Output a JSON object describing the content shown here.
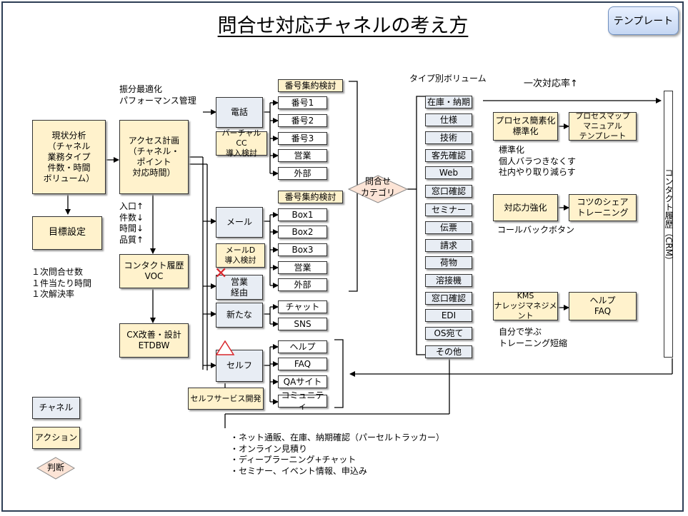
{
  "title": "問合せ対応チャネルの考え方",
  "template_button": "テンプレート",
  "boxes": {
    "genjo": "現状分析\n（チャネル\n業務タイプ\n件数・時間\nボリューム）",
    "mokuhyo": "目標設定",
    "access": "アクセス計画\n（チャネル・\nポイント\n対応時間）",
    "contact_voc": "コンタクト履歴\nVOC",
    "cx": "CX改善・設計\nETDBW",
    "denwa": "電話",
    "virtual_cc": "バーチャルCC\n導入検討",
    "mail": "メール",
    "mail_d": "メールD\n導入検討",
    "eigyo": "営業\n経由",
    "aratana": "新たな",
    "self": "セルフ",
    "self_service": "セルフサービス開発",
    "bango_kento1": "番号集約検討",
    "bango_kento2": "番号集約検討",
    "question_cat": "問合せ\nカテゴリ",
    "process_simplify": "プロセス簡素化\n標準化",
    "process_map": "プロセスマップ\nマニュアル\nテンプレート",
    "taio_kyoka": "対応力強化",
    "kotsu_share": "コツのシェア\nトレーニング",
    "kms": "KMS\nナレッジマネジメント",
    "help_faq": "ヘルプ\nFAQ",
    "crm": "コンタクト履歴（CRM）"
  },
  "phone_items": [
    "番号1",
    "番号2",
    "番号3",
    "営業",
    "外部"
  ],
  "mail_items": [
    "Box1",
    "Box2",
    "Box3",
    "営業",
    "外部"
  ],
  "new_items": [
    "チャット",
    "SNS"
  ],
  "self_items": [
    "ヘルプ",
    "FAQ",
    "QAサイト",
    "コミュニティ"
  ],
  "categories": [
    "在庫・納期",
    "仕様",
    "技術",
    "客先確認",
    "Web",
    "窓口確認",
    "セミナー",
    "伝票",
    "請求",
    "荷物",
    "溶接機",
    "窓口確認",
    "EDI",
    "OS宛て",
    "その他"
  ],
  "labels": {
    "furibun": "振分最適化\nパフォーマンス管理",
    "metrics_arrows": "入口↑\n件数↓\n時間↓\n品質↑",
    "kpis": "１次問合せ数\n１件当たり時間\n１次解決率",
    "type_volume": "タイプ別ボリューム",
    "first_rate": "一次対応率↑",
    "standard": "標準化\n個人バラつきなくす\n社内やり取り減らす",
    "callback": "コールバックボタン",
    "self_learn": "自分で学ぶ\nトレーニング短縮",
    "bullets": "・ネット通販、在庫、納期確認（パーセルトラッカー）\n・オンライン見積り\n・ディープラーニング+チャット\n・セミナー、イベント情報、申込み"
  },
  "legend": {
    "channel": "チャネル",
    "action": "アクション",
    "judge": "判断"
  },
  "colors": {
    "channel": "#e8edf4",
    "action": "#fff2cc",
    "judge": "#fce4d6",
    "frame": "#2d3e55",
    "cross": "#d9262c"
  }
}
